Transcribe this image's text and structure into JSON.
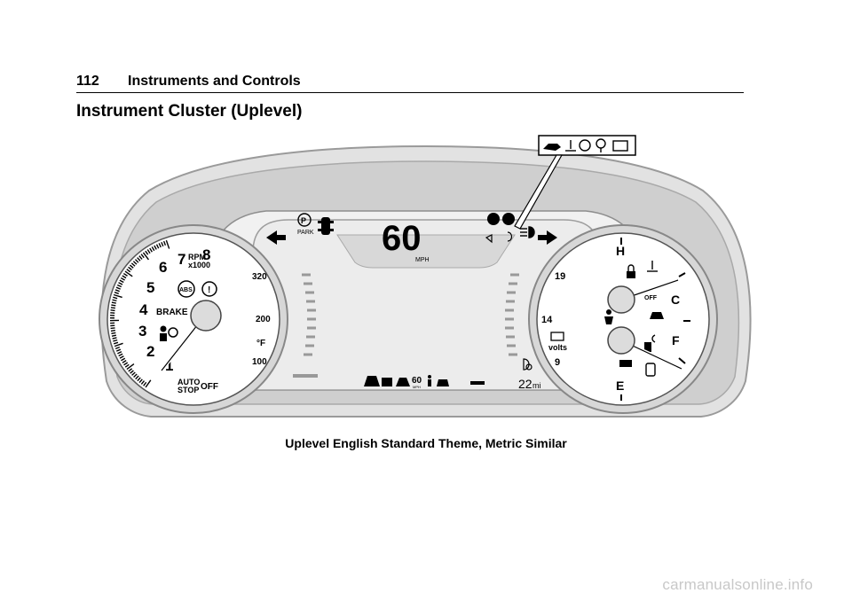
{
  "header": {
    "page_number": "112",
    "chapter": "Instruments and Controls"
  },
  "section_title": "Instrument Cluster (Uplevel)",
  "caption": "Uplevel English Standard Theme, Metric Similar",
  "watermark": "carmanualsonline.info",
  "tachometer": {
    "rpm_label": "RPM",
    "multiplier": "x1000",
    "scale": [
      "1",
      "2",
      "3",
      "4",
      "5",
      "6",
      "7",
      "8"
    ],
    "brake_label": "BRAKE",
    "abs_label": "ABS",
    "autostop_line1": "AUTO",
    "autostop_line2": "STOP",
    "autostop_off": "OFF"
  },
  "temp_scale": [
    "320",
    "200",
    "100"
  ],
  "temp_unit": "°F",
  "display": {
    "speed": "60",
    "speed_unit": "MPH",
    "park_label": "PARK",
    "limit_value": "60",
    "limit_unit": "MPH",
    "odometer_value": "22",
    "odometer_unit": "mi"
  },
  "voltmeter": {
    "scale": [
      "19",
      "14",
      "9"
    ],
    "unit": "volts"
  },
  "fuel_temp_gauge": {
    "hot": "H",
    "cold": "C",
    "full": "F",
    "empty": "E",
    "off_label": "OFF"
  },
  "callout_icons": [
    "oil-pressure-icon",
    "coolant-temp-icon",
    "traction-control-icon",
    "security-icon",
    "battery-icon"
  ]
}
